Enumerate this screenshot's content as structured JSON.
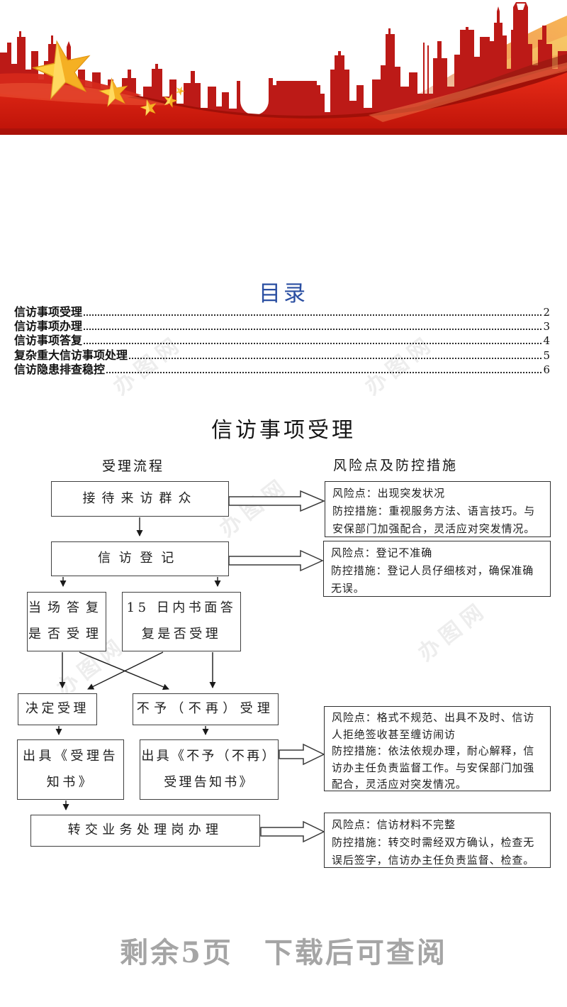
{
  "palette": {
    "skyline_red": "#bc1a17",
    "wave_red_bright": "#e82c18",
    "wave_red_deep": "#a01008",
    "star_gold": "#ffd040",
    "star_shade": "#f3a81c",
    "glow_orange": "#f6b14d",
    "toc_blue": "#2b4fa2",
    "footer_gray": "#a5a5a5",
    "line_black": "#1a1a1a"
  },
  "watermark": {
    "text": "办图网"
  },
  "toc": {
    "title": "目录",
    "entries": [
      {
        "label": "信访事项受理",
        "page": "2"
      },
      {
        "label": "信访事项办理",
        "page": "3"
      },
      {
        "label": "信访事项答复",
        "page": "4"
      },
      {
        "label": "复杂重大信访事项处理",
        "page": "5"
      },
      {
        "label": "信访隐患排查稳控",
        "page": "6"
      }
    ]
  },
  "section": {
    "title": "信访事项受理",
    "left_header": "受理流程",
    "right_header": "风险点及防控措施"
  },
  "flowchart": {
    "boxes": [
      {
        "id": "b1",
        "lines": [
          "接待来访群众"
        ]
      },
      {
        "id": "b2",
        "lines": [
          "信访登记"
        ]
      },
      {
        "id": "b3",
        "lines": [
          "当场答复",
          "是否受理"
        ]
      },
      {
        "id": "b4",
        "lines": [
          "15 日内书面答",
          "复是否受理"
        ]
      },
      {
        "id": "b5",
        "lines": [
          "决定受理"
        ]
      },
      {
        "id": "b6",
        "lines": [
          "不予（不再）受理"
        ]
      },
      {
        "id": "b7",
        "lines": [
          "出具《受理告",
          "知书》"
        ]
      },
      {
        "id": "b8",
        "lines": [
          "出具《不予（不再）",
          "受理告知书》"
        ]
      },
      {
        "id": "b9",
        "lines": [
          "转交业务处理岗办理"
        ]
      }
    ],
    "risks": [
      {
        "id": "r1",
        "lines": [
          "风险点：出现突发状况",
          "防控措施：重视服务方法、语言技巧。与",
          "安保部门加强配合，灵活应对突发情况。"
        ]
      },
      {
        "id": "r2",
        "lines": [
          "风险点：登记不准确",
          "防控措施：登记人员仔细核对，确保准确",
          "无误。"
        ]
      },
      {
        "id": "r3",
        "lines": [
          "风险点：格式不规范、出具不及时、信访",
          "人拒绝签收甚至缠访闹访",
          "防控措施：依法依规办理，耐心解释，信",
          "访办主任负责监督工作。与安保部门加强",
          "配合，灵活应对突发情况。"
        ]
      },
      {
        "id": "r4",
        "lines": [
          "风险点：信访材料不完整",
          "防控措施：转交时需经双方确认，检查无",
          "误后签字，信访办主任负责监督、检查。"
        ]
      }
    ]
  },
  "footer": {
    "left": "剩余5页",
    "right": "下载后可查阅"
  }
}
